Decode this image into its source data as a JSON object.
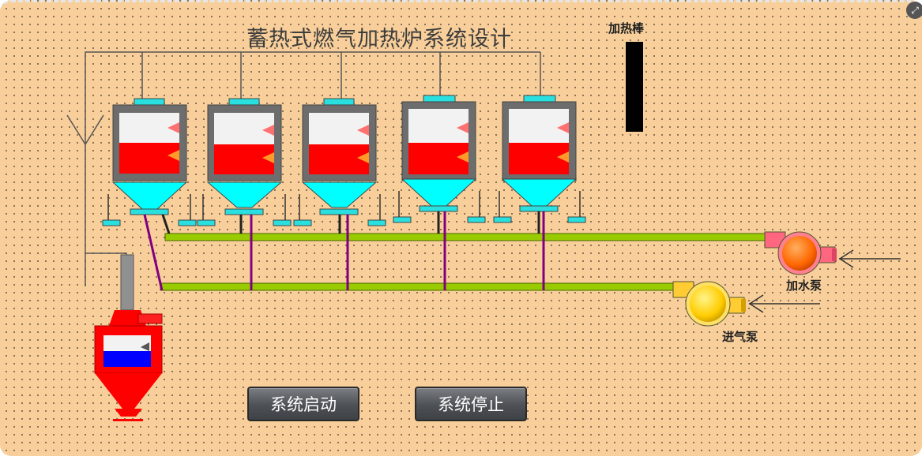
{
  "title": "蓄热式燃气加热炉系统设计",
  "labels": {
    "heater_rod": "加热棒",
    "water_pump": "加水泵",
    "air_pump": "进气泵"
  },
  "buttons": {
    "start": "系统启动",
    "stop": "系统停止"
  },
  "tanks": [
    {
      "id": "1",
      "level": 0.55
    },
    {
      "id": "2",
      "level": 0.5
    },
    {
      "id": "3",
      "level": 0.5
    },
    {
      "id": "4",
      "level": 0.55
    },
    {
      "id": "5",
      "level": 0.55
    }
  ],
  "bottom_tank": {
    "red_level": 0.5,
    "blue_level": 0.5
  },
  "colors": {
    "background": "#f8cf9a",
    "tank_frame": "#6d6d6d",
    "tank_fill": "#ff0000",
    "hopper": "#00ffff",
    "pipe": "#99cc00",
    "valve": "#800080",
    "water_pump": "#ff6600",
    "air_pump": "#ffcc00"
  }
}
